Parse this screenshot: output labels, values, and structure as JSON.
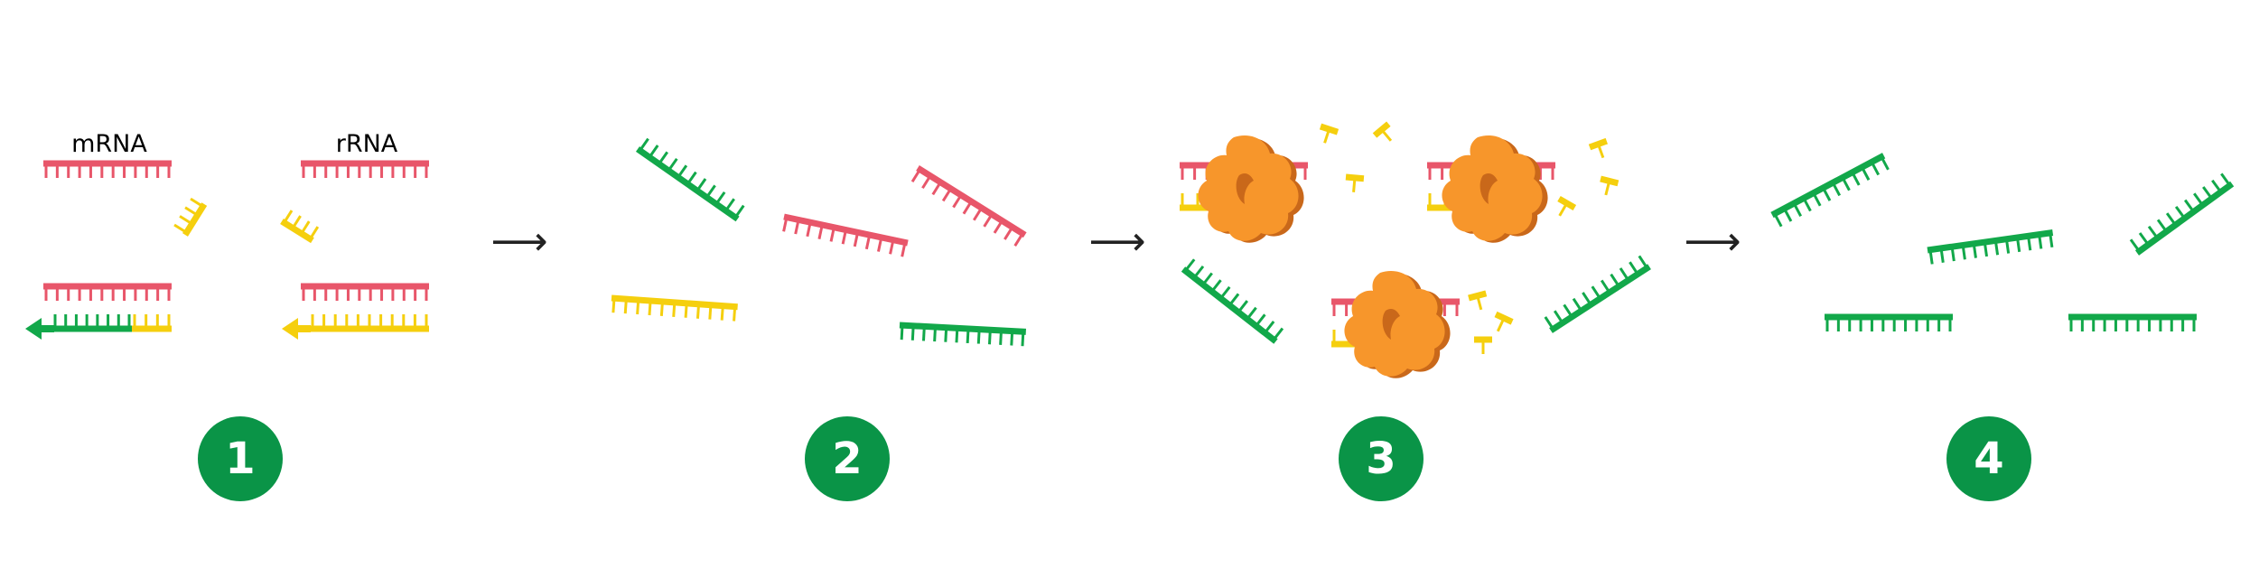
{
  "colors": {
    "red": "#e8566a",
    "green": "#12a84a",
    "yellow": "#f5cf0e",
    "orange": "#f7962b",
    "orange_shadow": "#c9681a",
    "step_circle": "#0a9447",
    "step_text": "#ffffff",
    "label_text": "#111111",
    "arrow": "#222222"
  },
  "labels": {
    "mrna": "mRNA",
    "rrna": "rRNA"
  },
  "arrow_glyph": "⟶",
  "steps": [
    {
      "number": "1"
    },
    {
      "number": "2"
    },
    {
      "number": "3"
    },
    {
      "number": "4"
    }
  ]
}
